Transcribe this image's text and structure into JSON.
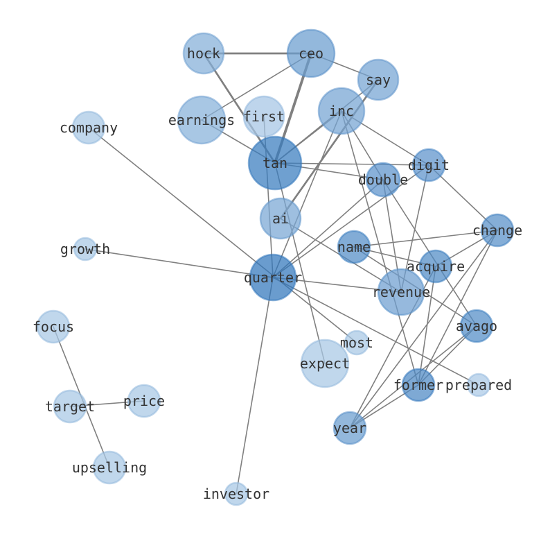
{
  "chart_data": {
    "type": "network",
    "title": "",
    "nodes": [
      {
        "id": "hock",
        "label": "hock",
        "shade": 0.45
      },
      {
        "id": "ceo",
        "label": "ceo",
        "shade": 0.62
      },
      {
        "id": "say",
        "label": "say",
        "shade": 0.55
      },
      {
        "id": "first",
        "label": "first",
        "shade": 0.22
      },
      {
        "id": "inc",
        "label": "inc",
        "shade": 0.55
      },
      {
        "id": "earnings",
        "label": "earnings",
        "shade": 0.42
      },
      {
        "id": "company",
        "label": "company",
        "shade": 0.2
      },
      {
        "id": "tan",
        "label": "tan",
        "shade": 0.95
      },
      {
        "id": "digit",
        "label": "digit",
        "shade": 0.72
      },
      {
        "id": "double",
        "label": "double",
        "shade": 0.72
      },
      {
        "id": "ai",
        "label": "ai",
        "shade": 0.52
      },
      {
        "id": "change",
        "label": "change",
        "shade": 0.75
      },
      {
        "id": "growth",
        "label": "growth",
        "shade": 0.2
      },
      {
        "id": "name",
        "label": "name",
        "shade": 0.78
      },
      {
        "id": "acquire",
        "label": "acquire",
        "shade": 0.8
      },
      {
        "id": "quarter",
        "label": "quarter",
        "shade": 1.0
      },
      {
        "id": "revenue",
        "label": "revenue",
        "shade": 0.6
      },
      {
        "id": "avago",
        "label": "avago",
        "shade": 0.78
      },
      {
        "id": "most",
        "label": "most",
        "shade": 0.2
      },
      {
        "id": "focus",
        "label": "focus",
        "shade": 0.2
      },
      {
        "id": "expect",
        "label": "expect",
        "shade": 0.2
      },
      {
        "id": "former",
        "label": "former",
        "shade": 0.82
      },
      {
        "id": "prepared",
        "label": "prepared",
        "shade": 0.18
      },
      {
        "id": "target",
        "label": "target",
        "shade": 0.2
      },
      {
        "id": "price",
        "label": "price",
        "shade": 0.2
      },
      {
        "id": "year",
        "label": "year",
        "shade": 0.62
      },
      {
        "id": "upselling",
        "label": "upselling",
        "shade": 0.2
      },
      {
        "id": "investor",
        "label": "investor",
        "shade": 0.2
      }
    ],
    "edges": [
      {
        "source": "hock",
        "target": "ceo",
        "weight": 2
      },
      {
        "source": "hock",
        "target": "tan",
        "weight": 2
      },
      {
        "source": "ceo",
        "target": "tan",
        "weight": 3
      },
      {
        "source": "ceo",
        "target": "say",
        "weight": 1
      },
      {
        "source": "ceo",
        "target": "earnings",
        "weight": 1
      },
      {
        "source": "earnings",
        "target": "tan",
        "weight": 1
      },
      {
        "source": "first",
        "target": "quarter",
        "weight": 1
      },
      {
        "source": "say",
        "target": "ai",
        "weight": 2
      },
      {
        "source": "say",
        "target": "tan",
        "weight": 1
      },
      {
        "source": "inc",
        "target": "tan",
        "weight": 1
      },
      {
        "source": "inc",
        "target": "digit",
        "weight": 1
      },
      {
        "source": "inc",
        "target": "double",
        "weight": 1
      },
      {
        "source": "inc",
        "target": "former",
        "weight": 1
      },
      {
        "source": "inc",
        "target": "quarter",
        "weight": 1
      },
      {
        "source": "tan",
        "target": "digit",
        "weight": 1
      },
      {
        "source": "tan",
        "target": "double",
        "weight": 1
      },
      {
        "source": "tan",
        "target": "expect",
        "weight": 1
      },
      {
        "source": "digit",
        "target": "quarter",
        "weight": 1
      },
      {
        "source": "digit",
        "target": "change",
        "weight": 1
      },
      {
        "source": "digit",
        "target": "revenue",
        "weight": 1
      },
      {
        "source": "double",
        "target": "quarter",
        "weight": 1
      },
      {
        "source": "double",
        "target": "revenue",
        "weight": 1
      },
      {
        "source": "double",
        "target": "avago",
        "weight": 1
      },
      {
        "source": "ai",
        "target": "revenue",
        "weight": 1
      },
      {
        "source": "company",
        "target": "most",
        "weight": 1
      },
      {
        "source": "growth",
        "target": "quarter",
        "weight": 1
      },
      {
        "source": "quarter",
        "target": "revenue",
        "weight": 1
      },
      {
        "source": "quarter",
        "target": "prepared",
        "weight": 1
      },
      {
        "source": "quarter",
        "target": "investor",
        "weight": 1
      },
      {
        "source": "name",
        "target": "change",
        "weight": 1
      },
      {
        "source": "name",
        "target": "acquire",
        "weight": 1
      },
      {
        "source": "name",
        "target": "avago",
        "weight": 1
      },
      {
        "source": "change",
        "target": "acquire",
        "weight": 1
      },
      {
        "source": "change",
        "target": "former",
        "weight": 1
      },
      {
        "source": "change",
        "target": "year",
        "weight": 1
      },
      {
        "source": "acquire",
        "target": "year",
        "weight": 1
      },
      {
        "source": "acquire",
        "target": "former",
        "weight": 1
      },
      {
        "source": "avago",
        "target": "former",
        "weight": 1
      },
      {
        "source": "avago",
        "target": "year",
        "weight": 1
      },
      {
        "source": "former",
        "target": "year",
        "weight": 1
      },
      {
        "source": "focus",
        "target": "upselling",
        "weight": 1
      },
      {
        "source": "target",
        "target": "price",
        "weight": 1
      }
    ]
  }
}
